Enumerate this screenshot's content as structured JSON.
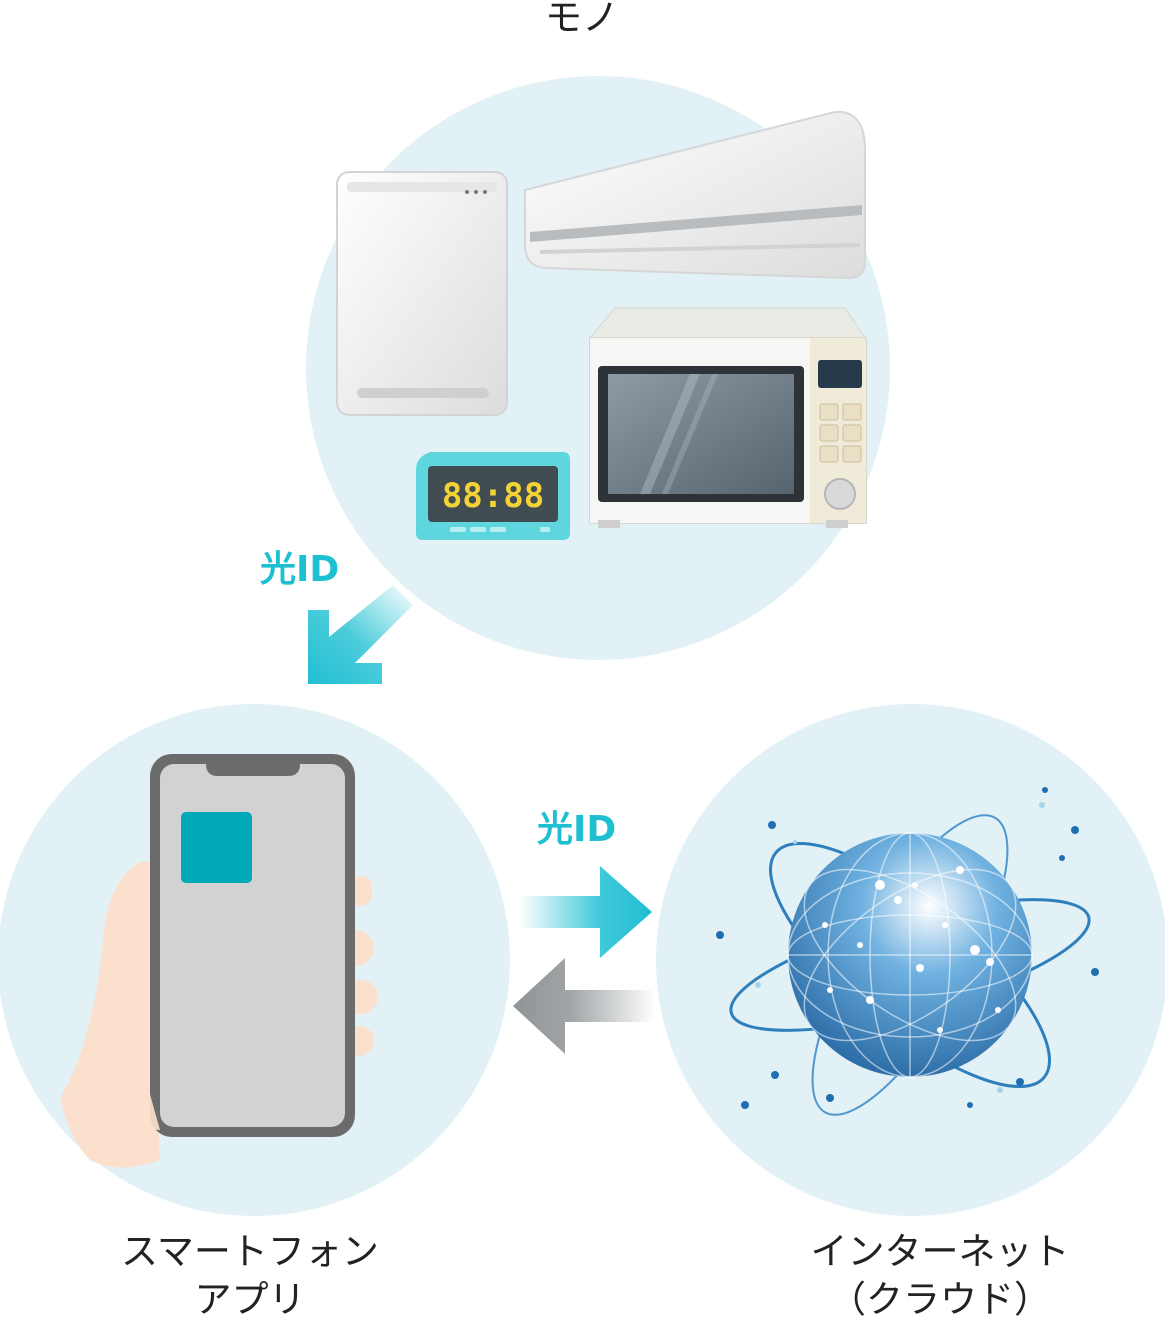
{
  "nodes": {
    "things": {
      "label": "モノ"
    },
    "smartphone": {
      "line1": "スマートフォン",
      "line2": "アプリ"
    },
    "internet": {
      "line1": "インターネット",
      "line2": "（クラウド）"
    }
  },
  "edges": {
    "things_to_phone": {
      "label": "光ID"
    },
    "phone_to_internet": {
      "label": "光ID"
    },
    "internet_to_phone": {
      "label": ""
    }
  },
  "clock_display": "88:88",
  "colors": {
    "circle_bg": "#e2f1f5",
    "accent_cyan": "#1fbfd2",
    "app_square": "#00a9b8",
    "return_arrow": "#8f9496",
    "globe": "#3a86c6"
  },
  "icons": [
    "air-purifier-icon",
    "air-conditioner-icon",
    "microwave-oven-icon",
    "digital-clock-icon",
    "smartphone-icon",
    "hand-icon",
    "globe-icon"
  ]
}
